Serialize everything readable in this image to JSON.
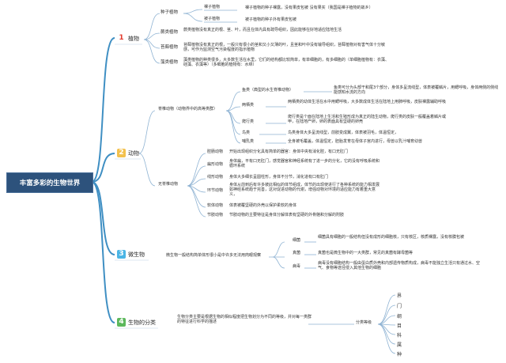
{
  "root": {
    "title": "丰富多彩的生物世界"
  },
  "plants": {
    "number": "1",
    "label": "植物",
    "groups": [
      {
        "name": "种子植物",
        "children": [
          {
            "name": "裸子植物",
            "desc": "裸子植物的种子裸露，没有果皮包被 没有果实（我国是裸子植物的故乡）"
          },
          {
            "name": "被子植物",
            "desc": "被子植物的种子外有果皮包被"
          }
        ]
      },
      {
        "name": "蕨类植物",
        "desc": "蕨类植物没有真正的根、茎、叶，而且在体内具有疏导组织，因此能够在好地适应陆地生活"
      },
      {
        "name": "苔藓植物",
        "desc": "苔藓植物没有真正的根，一般只有很小的茎和又小又薄的叶，且茎和叶中没有输导组织，苔藓植物对有害气体十分敏感，可作为监测空气污染程度的指示植物"
      },
      {
        "name": "藻类植物",
        "desc": "藻类植物的种类很多，大多数生活在水里，它们的结构都比较简单，有单细胞的，有多细胞的（单细胞植物有：衣藻、硅藻、衣藻等）（多细胞的植物有：水绵）"
      }
    ]
  },
  "animals": {
    "number": "2",
    "label": "动物",
    "vertebrates": {
      "name": "脊椎动物（动物界中的高等类群）",
      "items": [
        {
          "name": "鱼类（典型的水生脊椎动物）",
          "desc": "鱼类可分为头部干和尾3个部分，身体多呈流线型，体表被覆鳞片，用鳃呼吸，身体两侧的侧线能感知水流的方向"
        },
        {
          "name": "两栖类",
          "desc": "两栖类的幼体生活在水中用鳃呼吸，大多数成体生活在陆地上用肺呼吸，皮肤裸露辅助呼吸"
        },
        {
          "name": "爬行类",
          "desc": "爬行类是个面在陆地上生活和生殖形成为真正的陆生动物，爬行类的皮肤一般覆盖着鳞片或甲，在陆地产卵，卵的表面具有坚硬的卵壳"
        },
        {
          "name": "鸟类",
          "desc": "鸟类身体大多呈流线型，前肢变成翼，体表被羽毛，体温恒定，"
        },
        {
          "name": "哺乳类",
          "desc": "全身被毛覆盖，体温恒定，胚胎发育在母体子宫内进行，母兽以乳汁哺育幼兽"
        }
      ]
    },
    "invertebrates": {
      "name": "无脊椎动物",
      "items": [
        {
          "name": "腔肠动物",
          "desc": "开始出现组织分化具有简单的器官：身体中央有消化腔，有口无肛门"
        },
        {
          "name": "扁形动物",
          "desc": "身体扁，平有口无肛门，感觉器官和神经系统有了进一步的分化，它的没有呼吸系统和循环系统"
        },
        {
          "name": "线形动物",
          "desc": "身体大多细长呈圆柱形，身体不分节，消化道有口有肛门"
        },
        {
          "name": "环节动物",
          "desc": "身体从前到后有许多彼此相似的体节组成，体节的出现使进行了各种系统的能力相发展 如神经系统趋于完善，这对促进动物的代谢，增强动物对环境的适应能力有着重大意义，"
        },
        {
          "name": "软体动物",
          "desc": "体表被覆坚硬的外壳以保护柔软的身体"
        },
        {
          "name": "节肢动物",
          "desc": "节肢动物的主要特征是身体分解体表有坚硬的外骨骼和分解的附肢"
        }
      ]
    }
  },
  "microbes": {
    "number": "3",
    "label": "微生物",
    "desc": "微生物一般结构简单体形很小是中许多无法用肉眼观察",
    "items": [
      {
        "name": "细菌",
        "desc": "细菌具有细胞的一般结构但没有成形的细胞核，只有核区，核质裸露，没有核膜包被"
      },
      {
        "name": "真菌",
        "desc": "真菌也是微生物中的一大类群，常见的真菌有酵母菌等"
      },
      {
        "name": "病毒",
        "desc": "病毒没有细胞结构一般由蛋白质外壳和内部遗传物质构成，病毒不能独立生活只有通过水、空气、食物等途径侵入其他生物的细胞"
      }
    ]
  },
  "classification": {
    "number": "4",
    "label": "生物的分类",
    "desc": "生物分类主要是根据生物的相似程度把生物划分为不同的等级，并对每一类群的特征进行科学的描述",
    "ranks_label": "分类等级",
    "ranks": [
      "界",
      "门",
      "纲",
      "目",
      "科",
      "属",
      "种"
    ]
  },
  "colors": {
    "trunk": "#3f8fc3",
    "leaf": "#8fb3d3",
    "root_bg": "#2d527c",
    "n1": "#e33b2e",
    "n2": "#f2c14e",
    "n3": "#4bb5e5",
    "n4": "#5cb85c"
  }
}
